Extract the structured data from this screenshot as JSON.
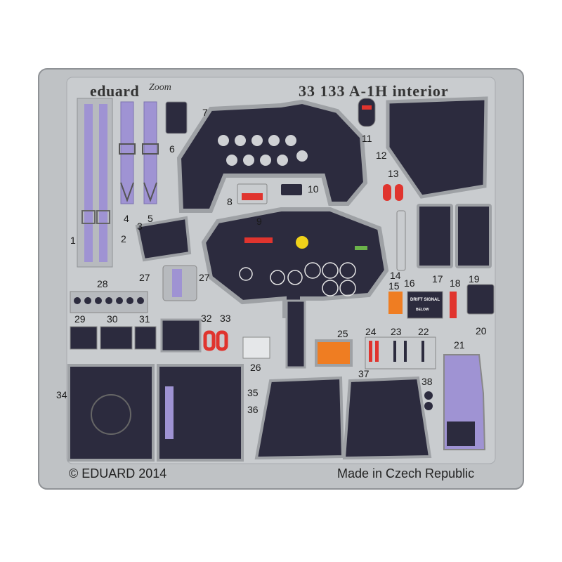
{
  "header": {
    "brand": "eduard",
    "brand_sub": "Zoom",
    "title": "33 133 A-1H interior"
  },
  "footer": {
    "copyright": "© EDUARD 2014",
    "origin": "Made in Czech Republic"
  },
  "part_numbers": [
    "1",
    "2",
    "3",
    "4",
    "5",
    "6",
    "7",
    "8",
    "9",
    "10",
    "11",
    "12",
    "13",
    "14",
    "15",
    "16",
    "17",
    "18",
    "19",
    "20",
    "21",
    "22",
    "23",
    "24",
    "25",
    "26",
    "27",
    "27",
    "28",
    "29",
    "30",
    "31",
    "32",
    "33",
    "34",
    "35",
    "36",
    "37",
    "38"
  ],
  "part_text": {
    "drift_signal": "DRIFT SIGNAL",
    "below": "BELOW"
  },
  "colors": {
    "fret": "#bfc2c5",
    "panel": "#2c2b3e",
    "belt": "#9f93d3",
    "red": "#e0342e",
    "orange": "#ef7d22",
    "yellow": "#f0d21a"
  }
}
